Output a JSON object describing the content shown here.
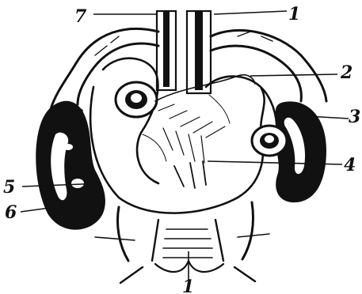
{
  "figure": {
    "ink_color": "#111111",
    "paper_color": "#ffffff",
    "callouts": [
      {
        "key": "7",
        "label": "7"
      },
      {
        "key": "1",
        "label": "1"
      },
      {
        "key": "2",
        "label": "2"
      },
      {
        "key": "3",
        "label": "3"
      },
      {
        "key": "4",
        "label": "4"
      },
      {
        "key": "5",
        "label": "5"
      },
      {
        "key": "6",
        "label": "6"
      },
      {
        "key": "bottom",
        "label": "1"
      }
    ]
  }
}
